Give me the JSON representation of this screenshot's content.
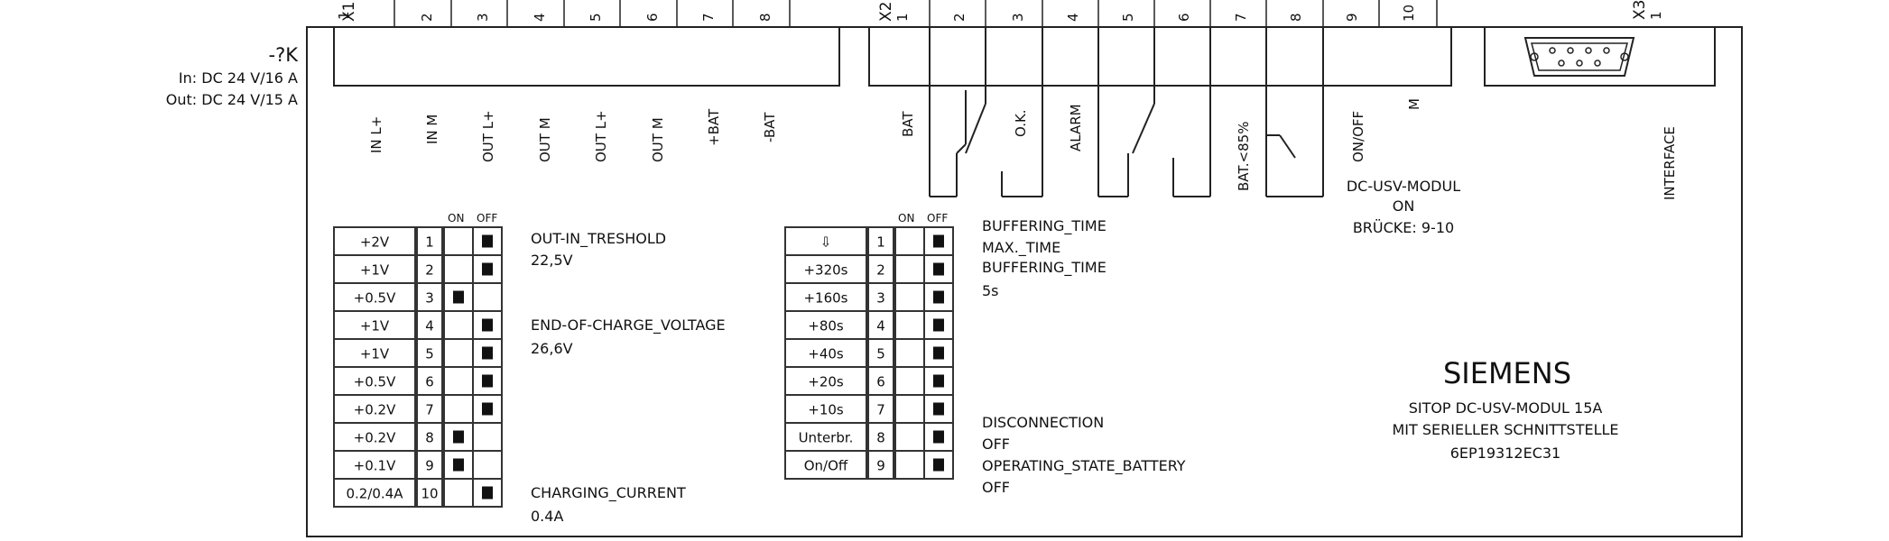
{
  "device": {
    "ref": "-?K",
    "input_rating": "In: DC 24 V/16 A",
    "output_rating": "Out: DC 24 V/15 A"
  },
  "x1": {
    "label": "X1",
    "pins": [
      "1",
      "2",
      "3",
      "4",
      "5",
      "6",
      "7",
      "8"
    ],
    "signals": [
      "IN L+",
      "IN M",
      "OUT L+",
      "OUT M",
      "OUT L+",
      "OUT M",
      "+BAT",
      "-BAT"
    ]
  },
  "x2": {
    "label": "X2",
    "pins": [
      "1",
      "2",
      "3",
      "4",
      "5",
      "6",
      "7",
      "8",
      "9",
      "10"
    ],
    "signals": [
      "BAT",
      "O.K.",
      "ALARM",
      "BAT.<85%",
      "ON/OFF",
      "M"
    ]
  },
  "x3": {
    "label": "X3",
    "pin": "1",
    "signal": "INTERFACE"
  },
  "jumper_note": [
    "DC-USV-MODUL",
    "ON",
    "BRÜCKE: 9-10"
  ],
  "switch_block_1": {
    "header_on": "ON",
    "header_off": "OFF",
    "rows": [
      {
        "value": "+2V",
        "num": "1",
        "state": "off"
      },
      {
        "value": "+1V",
        "num": "2",
        "state": "off"
      },
      {
        "value": "+0.5V",
        "num": "3",
        "state": "on"
      },
      {
        "value": "+1V",
        "num": "4",
        "state": "off"
      },
      {
        "value": "+1V",
        "num": "5",
        "state": "off"
      },
      {
        "value": "+0.5V",
        "num": "6",
        "state": "off"
      },
      {
        "value": "+0.2V",
        "num": "7",
        "state": "off"
      },
      {
        "value": "+0.2V",
        "num": "8",
        "state": "on"
      },
      {
        "value": "+0.1V",
        "num": "9",
        "state": "on"
      },
      {
        "value": "0.2/0.4A",
        "num": "10",
        "state": "off"
      }
    ],
    "notes": [
      {
        "title": "OUT-IN_TRESHOLD",
        "value": "22,5V"
      },
      {
        "title": "END-OF-CHARGE_VOLTAGE",
        "value": "26,6V"
      },
      {
        "title": "CHARGING_CURRENT",
        "value": "0.4A"
      }
    ]
  },
  "switch_block_2": {
    "header_on": "ON",
    "header_off": "OFF",
    "rows": [
      {
        "value": "⇩",
        "num": "1",
        "state": "off"
      },
      {
        "value": "+320s",
        "num": "2",
        "state": "off"
      },
      {
        "value": "+160s",
        "num": "3",
        "state": "off"
      },
      {
        "value": "+80s",
        "num": "4",
        "state": "off"
      },
      {
        "value": "+40s",
        "num": "5",
        "state": "off"
      },
      {
        "value": "+20s",
        "num": "6",
        "state": "off"
      },
      {
        "value": "+10s",
        "num": "7",
        "state": "off"
      },
      {
        "value": "Unterbr.",
        "num": "8",
        "state": "off"
      },
      {
        "value": "On/Off",
        "num": "9",
        "state": "off"
      }
    ],
    "notes": {
      "buffering_time": "BUFFERING_TIME",
      "max_time": "MAX._TIME",
      "buffering_time_2": "BUFFERING_TIME",
      "buffering_value": "5s",
      "disconnection": "DISCONNECTION",
      "disconnection_value": "OFF",
      "operating_state": "OPERATING_STATE_BATTERY",
      "operating_state_value": "OFF"
    }
  },
  "nameplate": {
    "brand": "SIEMENS",
    "line1": "SITOP DC-USV-MODUL 15A",
    "line2": "MIT SERIELLER SCHNITTSTELLE",
    "part_no": "6EP19312EC31"
  }
}
